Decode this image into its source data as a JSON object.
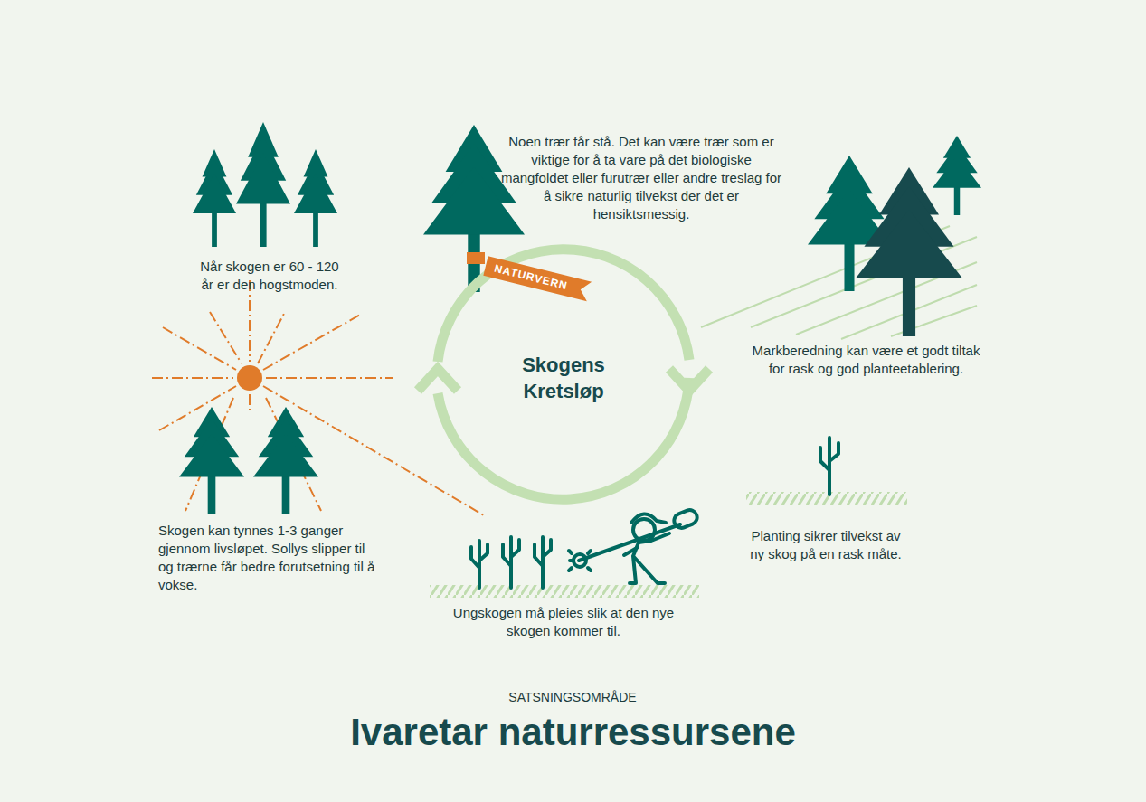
{
  "diagram": {
    "title": "Ivaretar naturressursene",
    "nodes": [
      {
        "text": [
          "NATURVERN"
        ]
      },
      {
        "text": [
          "Skogens Kretsløp"
        ]
      }
    ],
    "labels": [
      "Noen trær får stå. Det kan være trær som er viktige for å ta vare på det biologiske mangfoldet eller furutrær eller andre treslag for å sikre naturlig tilvekst der det er hensiktsmessig.",
      "Når skogen er 60 - 120 år er den hogstmoden.",
      "Markberedning kan være et godt tiltak for rask og god planteetablering.",
      "Skogen kan tynnes 1-3 ganger gjennom livsløpet. Sollys slipper til og trærne får bedre forutsetning til å vokse.",
      "Planting sikrer tilvekst av ny skog på en rask måte.",
      "Ungskogen må pleies slik at den nye skogen kommer til.",
      "SATSNINGSOMRÅDE"
    ]
  }
}
